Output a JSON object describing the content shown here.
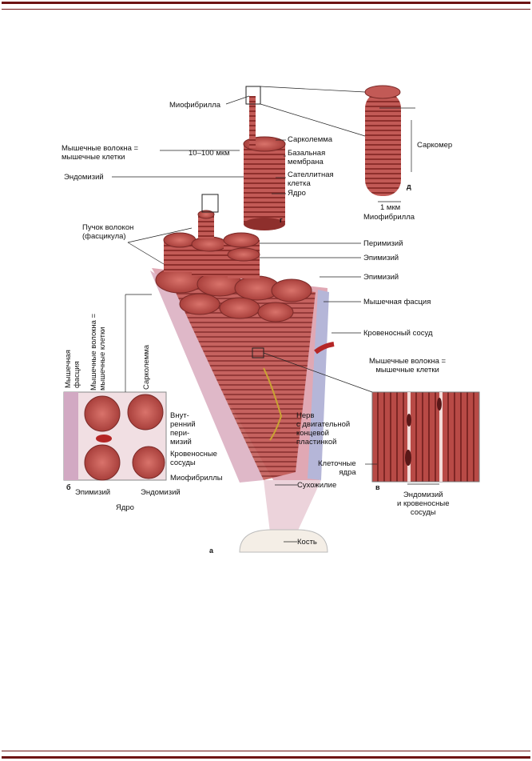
{
  "labels": {
    "myofibril_top": "Миофибрилла",
    "sarcolemma_top": "Сарколемма",
    "basal_membrane": "Базальная\nмембрана",
    "satellite_cell": "Сателлитная\nклетка",
    "nucleus_top": "Ядро",
    "muscle_fibers_top": "Мышечные волокна =\nмышечные клетки",
    "size_range": "10–100 мкм",
    "endomysium_left": "Эндомизий",
    "sarcomere": "Саркомер",
    "one_um": "1 мкм",
    "myofibril_right": "Миофибрилла",
    "fascicle": "Пучок волокон\n(фасцикула)",
    "perimysium": "Перимизий",
    "epimysium_1": "Эпимизий",
    "epimysium_2": "Эпимизий",
    "muscle_fascia": "Мышечная фасция",
    "blood_vessel": "Кровеносный сосуд",
    "muscle_fibers_right": "Мышечные волокна =\nмышечные клетки",
    "nerve": "Нерв\nс двигательной\nконцевой\nпластинкой",
    "cell_nuclei": "Клеточные\nядра",
    "endo_vessels": "Эндомизий\nи кровеносные\nсосуды",
    "tendon": "Сухожилие",
    "bone": "Кость",
    "v_fascia": "Мышечная\nфасция",
    "v_fibers": "Мышечные волокна =\nмышечные клетки",
    "v_sarcolemma": "Сарколемма",
    "inner_perimysium": "Внут-\nренний\nпери-\nмизий",
    "blood_vessels_b": "Кровеносные\nсосуды",
    "myofibrils_b": "Миофибриллы",
    "epimysium_b": "Эпимизий",
    "endomysium_b": "Эндомизий",
    "nucleus_b": "Ядро"
  },
  "letters": {
    "a": "а",
    "b": "б",
    "v": "в",
    "g": "г",
    "d": "д"
  },
  "colors": {
    "muscle": "#c9605a",
    "muscle_dark": "#8e2f2c",
    "fascia": "#d7b9c6",
    "tendon": "#ead3da",
    "blood": "#b52626",
    "rule": "#6d1414"
  }
}
